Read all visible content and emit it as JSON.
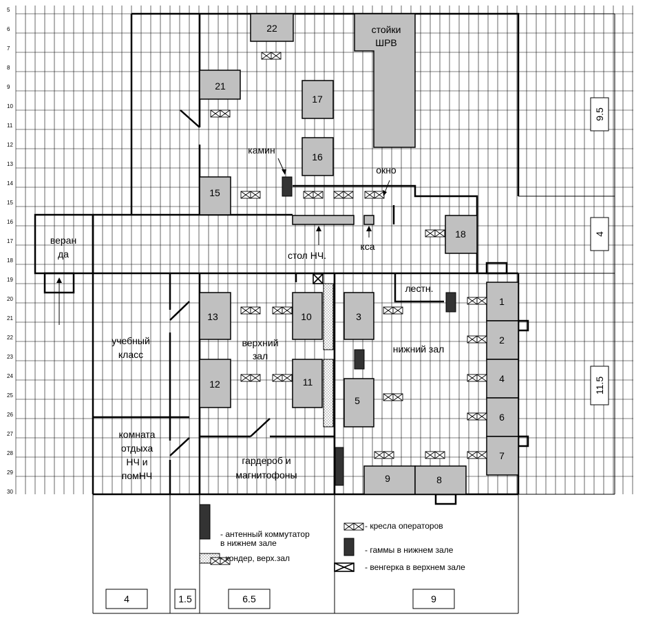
{
  "row_numbers": [
    "5",
    "6",
    "7",
    "8",
    "9",
    "10",
    "11",
    "12",
    "13",
    "14",
    "15",
    "16",
    "17",
    "18",
    "19",
    "20",
    "21",
    "22",
    "23",
    "24",
    "25",
    "26",
    "27",
    "28",
    "29",
    "30"
  ],
  "equipment": [
    "22",
    "21",
    "17",
    "16",
    "15",
    "18",
    "13",
    "10",
    "3",
    "12",
    "11",
    "5",
    "1",
    "2",
    "4",
    "6",
    "7",
    "9",
    "8"
  ],
  "rooms": {
    "racks": [
      "стойки",
      "ШРВ"
    ],
    "veranda": [
      "веран",
      "да"
    ],
    "classroom": [
      "учебный",
      "класс"
    ],
    "rest_room": [
      "комната",
      "отдыха",
      "НЧ и",
      "помНЧ"
    ],
    "upper_hall": [
      "верхний",
      "зал"
    ],
    "lower_hall": "нижний зал",
    "wardrobe": [
      "гардероб и",
      "магнитофоны"
    ],
    "stairs": "лестн."
  },
  "annotations": {
    "fireplace": "камин",
    "window": "окно",
    "desk": "стол НЧ.",
    "ksa": "кса"
  },
  "dimensions": {
    "right": [
      "9.5",
      "4",
      "11.5"
    ],
    "bottom": [
      "4",
      "1.5",
      "6.5",
      "9"
    ]
  },
  "legend": {
    "antenna_switch": [
      "- антенный коммутатор",
      "в нижнем зале"
    ],
    "conditioner": "- кондер, верх.зал",
    "operator_chairs": "- кресла операторов",
    "gammas": "- гаммы в нижнем зале",
    "vengerka": "- венгерка в верхнем зале"
  }
}
